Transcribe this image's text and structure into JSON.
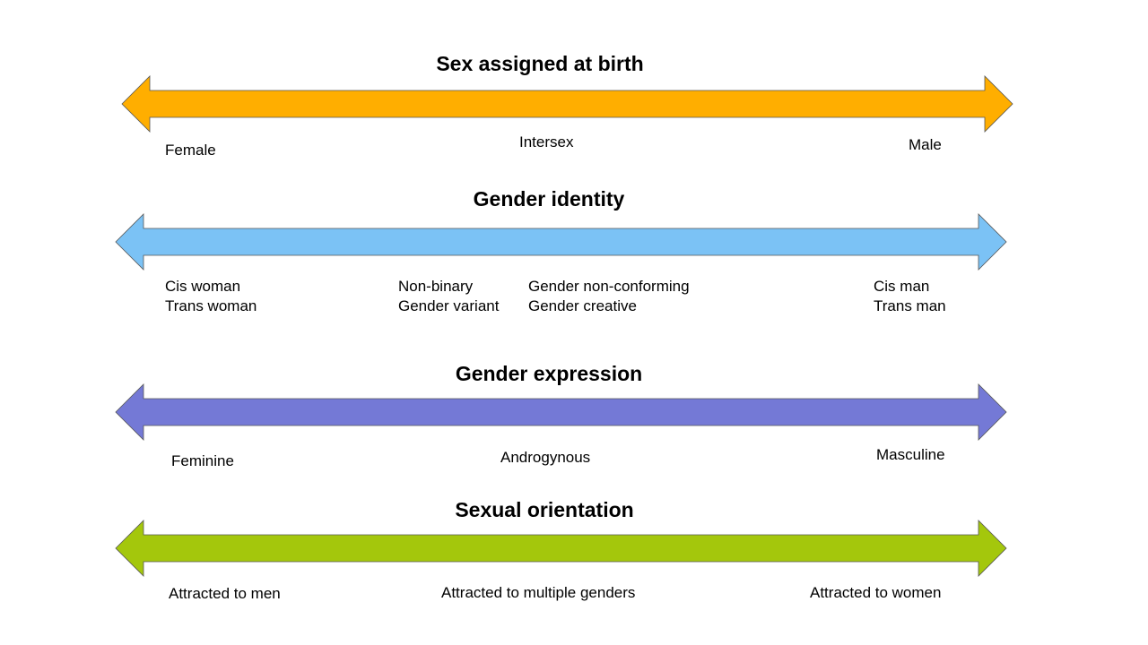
{
  "spectrums": [
    {
      "title": "Sex assigned at birth",
      "color": "#FFAE00",
      "labels": [
        [
          "Female"
        ],
        [
          "Intersex"
        ],
        [
          "Male"
        ]
      ]
    },
    {
      "title": "Gender identity",
      "color": "#7BC2F5",
      "labels": [
        [
          "Cis woman",
          "Trans woman"
        ],
        [
          "Non-binary",
          "Gender variant"
        ],
        [
          "Gender non-conforming",
          "Gender creative"
        ],
        [
          "Cis man",
          "Trans man"
        ]
      ]
    },
    {
      "title": "Gender expression",
      "color": "#7479D6",
      "labels": [
        [
          "Feminine"
        ],
        [
          "Androgynous"
        ],
        [
          "Masculine"
        ]
      ]
    },
    {
      "title": "Sexual orientation",
      "color": "#A4C70C",
      "labels": [
        [
          "Attracted to men"
        ],
        [
          "Attracted to multiple genders"
        ],
        [
          "Attracted to women"
        ]
      ]
    }
  ]
}
